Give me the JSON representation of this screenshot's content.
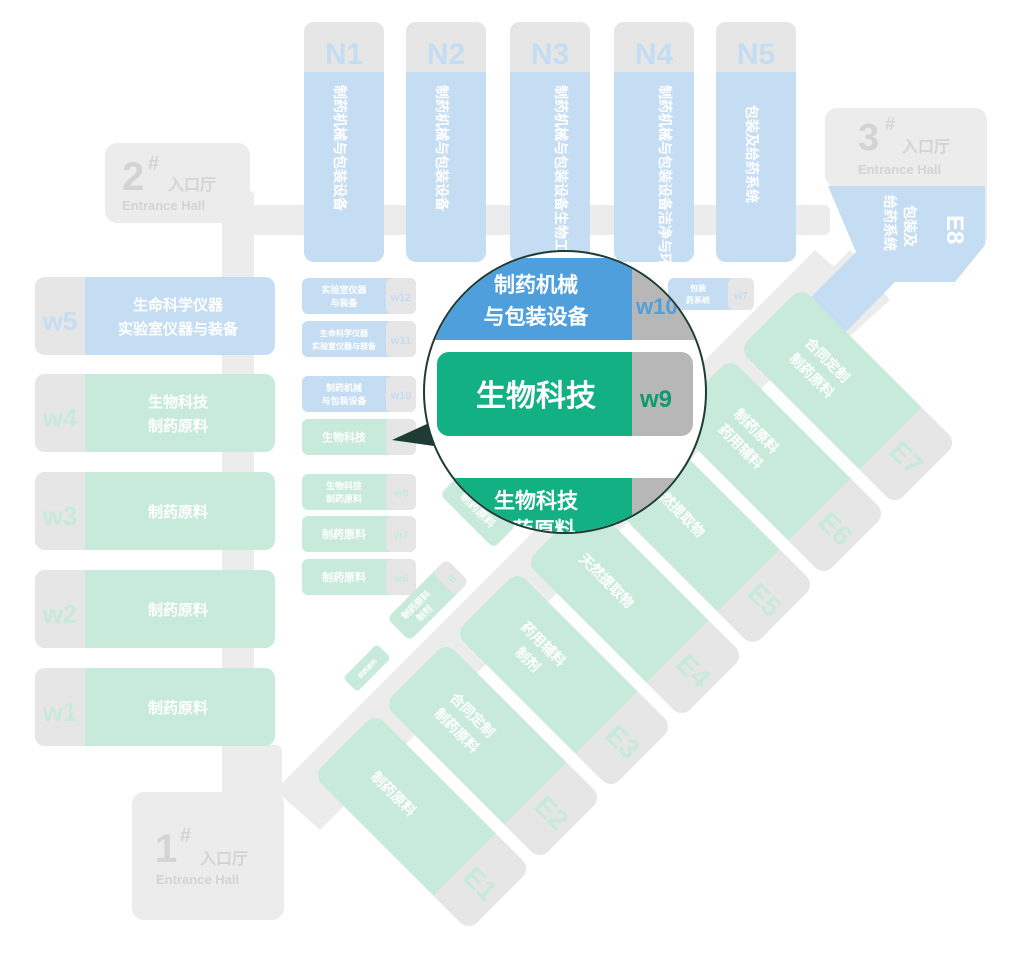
{
  "colors": {
    "corridor": "#ececec",
    "green_hall": "#c7eadb",
    "blue_hall": "#c5ddf3",
    "gray_code_bg": "#e6e6e6",
    "code_text_muted": "#d4d4d4",
    "highlight_green": "#13b083",
    "highlight_blue": "#4f9fdd",
    "highlight_code_bg": "#b7b7b7",
    "white_text": "#ffffff",
    "code_text_green": "#0e9b6f"
  },
  "entrances": {
    "e1": {
      "number": "1",
      "sup": "#",
      "zh": "入口厅",
      "en": "Entrance Hall"
    },
    "e2": {
      "number": "2",
      "sup": "#",
      "zh": "入口厅",
      "en": "Entrance Hall"
    },
    "e3": {
      "number": "3",
      "sup": "#",
      "zh": "入口厅",
      "en": "Entrance Hall"
    }
  },
  "north_halls": [
    {
      "code": "N1",
      "label": "制药机械与包装设备"
    },
    {
      "code": "N2",
      "label": "制药机械与包装设备"
    },
    {
      "code": "N3",
      "label": "制药机械与包装设备生物工程"
    },
    {
      "code": "N4",
      "label": "制药机械与包装设备洁净与环保"
    },
    {
      "code": "N5",
      "label": "包装及给药系统"
    }
  ],
  "e8": {
    "code": "E8",
    "line1": "包装及",
    "line2": "给药系统"
  },
  "west_halls": [
    {
      "code": "w5",
      "line1": "生命科学仪器",
      "line2": "实验室仪器与装备"
    },
    {
      "code": "w4",
      "line1": "生物科技",
      "line2": "制药原料"
    },
    {
      "code": "w3",
      "line1": "制药原料",
      "line2": ""
    },
    {
      "code": "w2",
      "line1": "制药原料",
      "line2": ""
    },
    {
      "code": "w1",
      "line1": "制药原料",
      "line2": ""
    }
  ],
  "small_halls": [
    {
      "code": "w12",
      "line1": "实验室仪器",
      "line2": "与装备"
    },
    {
      "code": "w11",
      "line1": "生命科学仪器",
      "line2": "实验室仪器与装备"
    },
    {
      "code": "w10",
      "line1": "制药机械",
      "line2": "与包装设备"
    },
    {
      "code": "w9",
      "line1": "生物科技",
      "line2": ""
    },
    {
      "code": "w8",
      "line1": "生物科技",
      "line2": "制药原料"
    },
    {
      "code": "w7",
      "line1": "制药原料",
      "line2": ""
    },
    {
      "code": "w6",
      "line1": "制药原料",
      "line2": ""
    }
  ],
  "w7_top": {
    "code": "w7",
    "line1": "包装",
    "line2": "药系统"
  },
  "east_halls": [
    {
      "code": "E7",
      "line1": "合同定制",
      "line2": "制药原料"
    },
    {
      "code": "E6",
      "line1": "制药原料",
      "line2": "药用辅料"
    },
    {
      "code": "E5",
      "line1": "天然提取物",
      "line2": ""
    },
    {
      "code": "E4",
      "line1": "天然提取物",
      "line2": ""
    },
    {
      "code": "E3",
      "line1": "药用辅料",
      "line2": "制剂"
    },
    {
      "code": "E2",
      "line1": "合同定制",
      "line2": "制药原料"
    },
    {
      "code": "E1",
      "line1": "制药原料",
      "line2": ""
    }
  ],
  "mini_halls": [
    {
      "code": "9",
      "line1": "制药原料",
      "line2": "制剂"
    },
    {
      "code": "",
      "line1": "制药原料",
      "line2": ""
    },
    {
      "code": "",
      "line1": "制药原料",
      "line2": ""
    }
  ],
  "zoom": {
    "top": {
      "line1": "制药机械",
      "line2": "与包装设备",
      "code": "w10"
    },
    "middle": {
      "line1": "生物科技",
      "code": "w9"
    },
    "bottom": {
      "line1": "生物科技",
      "line2": "药原料"
    }
  }
}
